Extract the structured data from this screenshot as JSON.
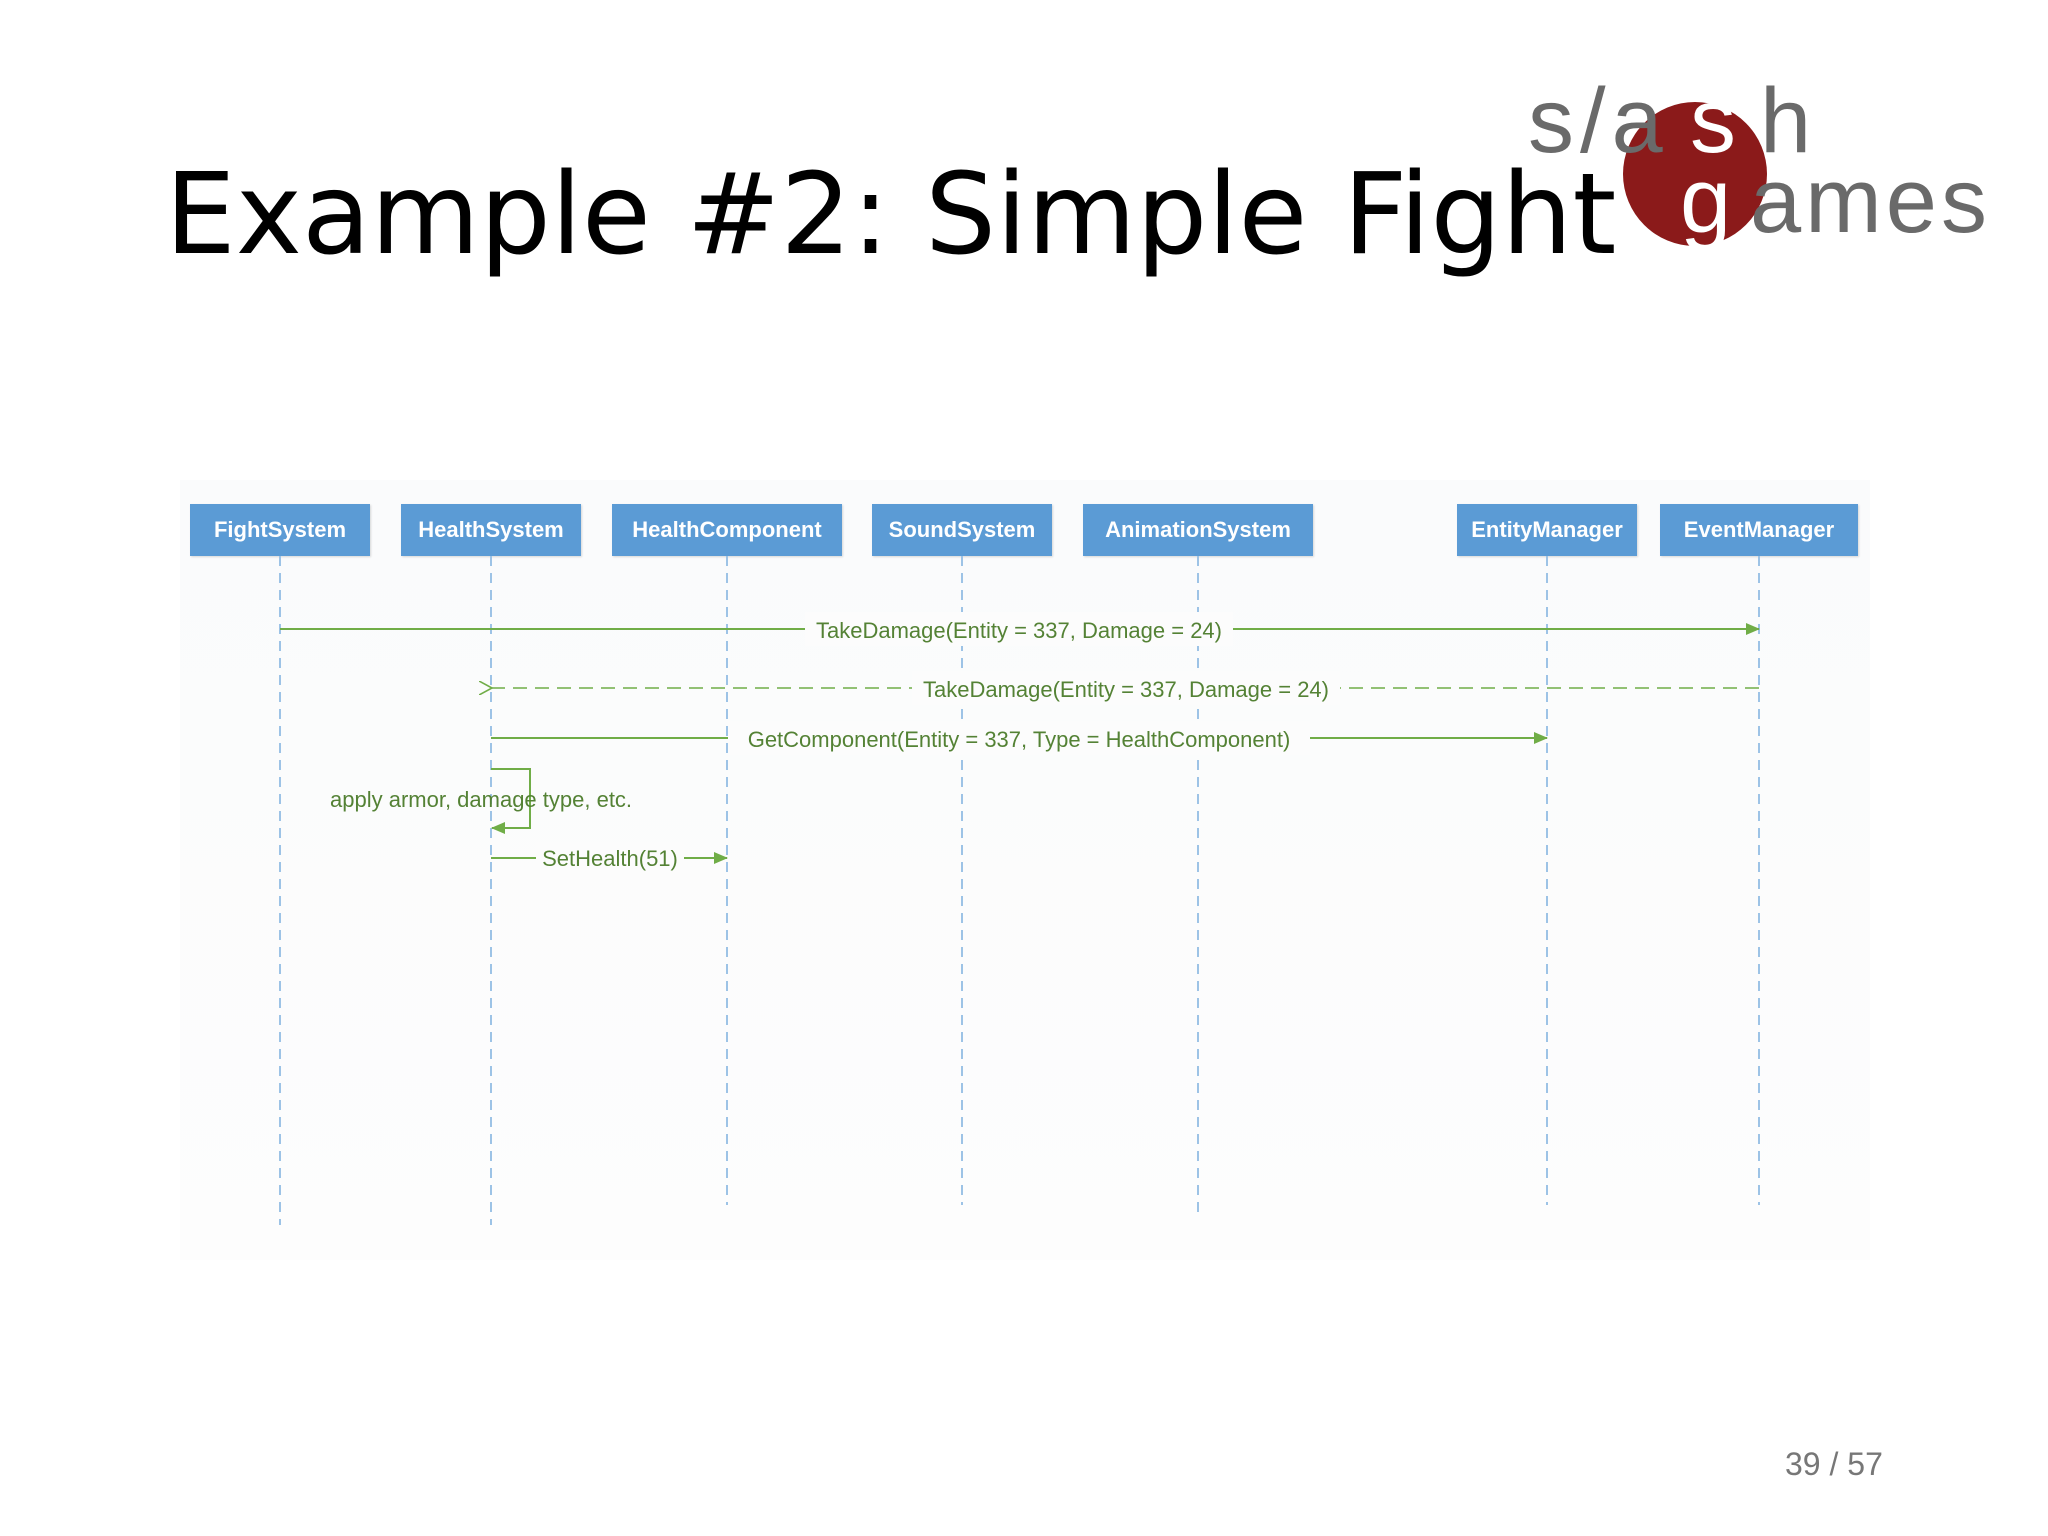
{
  "slide": {
    "title": "Example #2: Simple Fight",
    "page_number": "39 / 57"
  },
  "logo": {
    "line1": "s/ash",
    "line2": "games",
    "accent_color": "#8b1a1a",
    "text_color": "#6a6a6a"
  },
  "diagram": {
    "lifelines": [
      {
        "label": "FightSystem"
      },
      {
        "label": "HealthSystem"
      },
      {
        "label": "HealthComponent"
      },
      {
        "label": "SoundSystem"
      },
      {
        "label": "AnimationSystem"
      },
      {
        "label": "EntityManager"
      },
      {
        "label": "EventManager"
      }
    ],
    "messages": [
      {
        "label": "TakeDamage(Entity = 337, Damage = 24)",
        "from": "FightSystem",
        "to": "EventManager",
        "style": "solid"
      },
      {
        "label": "TakeDamage(Entity = 337, Damage = 24)",
        "from": "EventManager",
        "to": "HealthSystem",
        "style": "dashed-return"
      },
      {
        "label": "GetComponent(Entity = 337, Type = HealthComponent)",
        "from": "HealthSystem",
        "to": "EntityManager",
        "style": "solid"
      },
      {
        "label": "apply armor, damage type, etc.",
        "from": "HealthSystem",
        "to": "HealthSystem",
        "style": "self"
      },
      {
        "label": "SetHealth(51)",
        "from": "HealthSystem",
        "to": "HealthComponent",
        "style": "solid"
      }
    ],
    "colors": {
      "lifeline_box": "#5b9bd5",
      "lifeline_line": "#9dc3e6",
      "message": "#70ad47",
      "message_text": "#548235"
    }
  }
}
